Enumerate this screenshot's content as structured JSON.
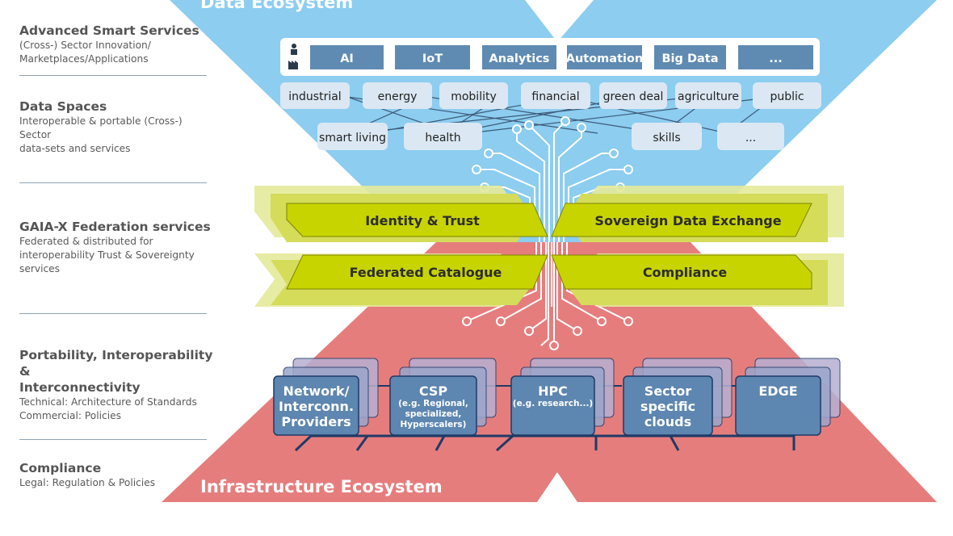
{
  "left_panel": {
    "items": [
      {
        "title": "Advanced Smart Services",
        "lines": [
          "(Cross-) Sector Innovation/",
          "Marketplaces/Applications"
        ]
      },
      {
        "title": "Data Spaces",
        "lines": [
          "Interoperable & portable (Cross-) Sector",
          "data-sets and services"
        ]
      },
      {
        "title": "GAIA-X Federation services",
        "lines": [
          "Federated & distributed for",
          "interoperability Trust & Sovereignty",
          "services"
        ]
      },
      {
        "title_lines": [
          "Portability, Interoperability &",
          "Interconnectivity"
        ],
        "lines": [
          "Technical: Architecture of Standards",
          "Commercial: Policies"
        ]
      },
      {
        "title": "Compliance",
        "lines": [
          "Legal: Regulation & Policies"
        ]
      }
    ]
  },
  "diagram": {
    "top_title": "Data Ecosystem",
    "bottom_title": "Infrastructure Ecosystem",
    "smart_services": [
      "AI",
      "IoT",
      "Analytics",
      "Automation",
      "Big Data",
      "..."
    ],
    "data_spaces_row1": [
      "industrial",
      "energy",
      "mobility",
      "financial",
      "green deal",
      "agriculture",
      "public"
    ],
    "data_spaces_row2": [
      "smart living",
      "health",
      "skills",
      "..."
    ],
    "federation_services": [
      "Identity & Trust",
      "Sovereign Data Exchange",
      "Federated Catalogue",
      "Compliance"
    ],
    "infrastructure": [
      {
        "title_lines": [
          "Network/",
          "Interconn.",
          "Providers"
        ],
        "sub_lines": []
      },
      {
        "title_lines": [
          "CSP"
        ],
        "sub_lines": [
          "(e.g. Regional,",
          "specialized,",
          "Hyperscalers)"
        ]
      },
      {
        "title_lines": [
          "HPC"
        ],
        "sub_lines": [
          "(e.g. research...)"
        ]
      },
      {
        "title_lines": [
          "Sector",
          "specific",
          "clouds"
        ],
        "sub_lines": []
      },
      {
        "title_lines": [
          "EDGE"
        ],
        "sub_lines": []
      }
    ],
    "icons": [
      "person-icon",
      "factory-icon"
    ],
    "colors": {
      "data_blue": "#8ccdf0",
      "infra_red": "#e88383",
      "service_blue": "#5f8bb3",
      "chip_bg": "#dbe8f3",
      "federation_green": "#c8d400",
      "infra_box": "#5d86b0"
    }
  }
}
